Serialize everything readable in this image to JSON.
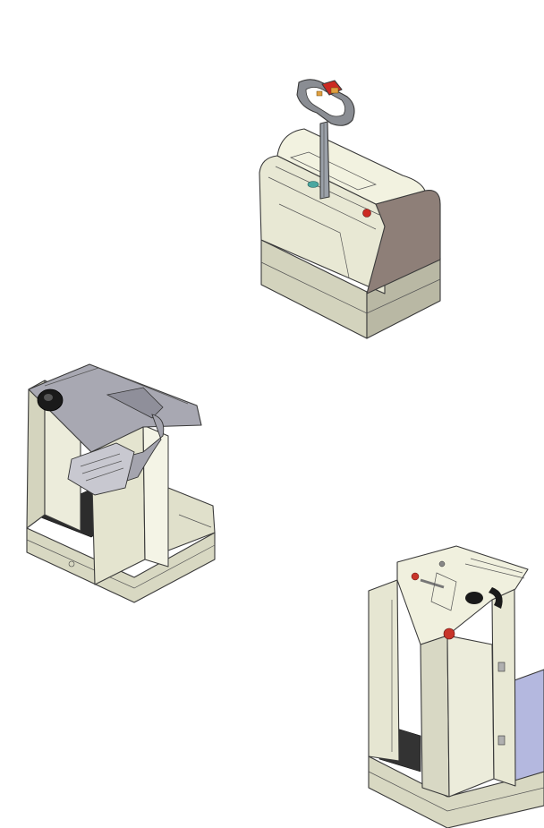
{
  "page": {
    "background": "#ffffff"
  },
  "figures": [
    {
      "id": "truck-assembled",
      "colors": {
        "body": "#e6e6d2",
        "side": "#8e7f78",
        "base": "#cfcfb9",
        "handle": "#8a8d93",
        "accent": "#cc2a22"
      }
    },
    {
      "id": "truck-chassis-front",
      "colors": {
        "body": "#e2e2cc",
        "panel": "#f1f1e2",
        "mechanism": "#9c9ca6",
        "floor": "#2c2c2c"
      }
    },
    {
      "id": "truck-chassis-rear",
      "colors": {
        "body": "#e2e2cc",
        "battery": "#b4b8df",
        "floor": "#333333",
        "accent": "#c8352a"
      }
    }
  ]
}
